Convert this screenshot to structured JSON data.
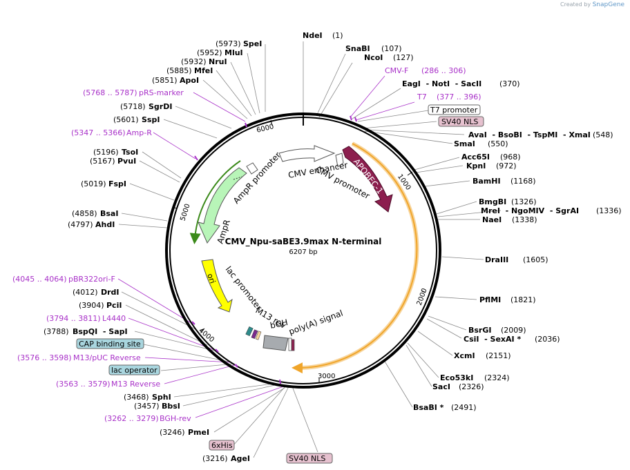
{
  "credit": {
    "prefix": "Created by",
    "brand": "SnapGene"
  },
  "plasmid": {
    "name": "CMV_Npu-saBE3.9max N-terminal",
    "size": "6207 bp",
    "total_bp": 6207
  },
  "ticks": [
    "1000",
    "2000",
    "3000",
    "4000",
    "5000",
    "6000"
  ],
  "colors": {
    "site": "#000000",
    "primer": "#a830c8",
    "line": "#888888",
    "apobec": "#8c1e4e",
    "orf": "#f0a52a",
    "ampr": "#b8f5b8",
    "ori": "#ffff00",
    "grey": "#a7abaf"
  },
  "features": {
    "apobec": "APOBEC-1",
    "cmv_enhancer": "CMV enhancer",
    "cmv_promoter": "CMV promoter",
    "ampr_promoter": "AmpR promoter",
    "ampr": "AmpR",
    "ori": "ori",
    "lac_promoter": "lac promoter",
    "m13_rev": "M13 rev",
    "bgh": "bGH",
    "polya": "poly(A) signal"
  },
  "labels": [
    {
      "pos": "(1)",
      "name": "NdeI"
    },
    {
      "pos": "(107)",
      "name": "SnaBI"
    },
    {
      "pos": "(127)",
      "name": "NcoI"
    },
    {
      "pos": "(286 .. 306)",
      "name": "CMV-F"
    },
    {
      "pos": "(370)",
      "name": "EagI  - NotI  - SacII"
    },
    {
      "pos": "(377 .. 396)",
      "name": "T7"
    },
    {
      "name": "T7 promoter"
    },
    {
      "name": "SV40 NLS"
    },
    {
      "pos": "(548)",
      "name": "AvaI  - BsoBI  - TspMI  - XmaI"
    },
    {
      "pos": "(550)",
      "name": "SmaI"
    },
    {
      "pos": "(968)",
      "name": "Acc65I"
    },
    {
      "pos": "(972)",
      "name": "KpnI"
    },
    {
      "pos": "(1168)",
      "name": "BamHI"
    },
    {
      "pos": "(1326)",
      "name": "BmgBI"
    },
    {
      "pos": "(1336)",
      "name": "MreI  - NgoMIV  - SgrAI"
    },
    {
      "pos": "(1338)",
      "name": "NaeI"
    },
    {
      "pos": "(1605)",
      "name": "DraIII"
    },
    {
      "pos": "(1821)",
      "name": "PflMI"
    },
    {
      "pos": "(2009)",
      "name": "BsrGI"
    },
    {
      "pos": "(2036)",
      "name": "CsiI  - SexAI *"
    },
    {
      "pos": "(2151)",
      "name": "XcmI"
    },
    {
      "pos": "(2324)",
      "name": "Eco53kI"
    },
    {
      "pos": "(2326)",
      "name": "SacI"
    },
    {
      "pos": "(2491)",
      "name": "BsaBI *"
    },
    {
      "name": "SV40 NLS"
    },
    {
      "pos": "(3216)",
      "name": "AgeI"
    },
    {
      "name": "6xHis"
    },
    {
      "pos": "(3246)",
      "name": "PmeI"
    },
    {
      "pos": "(3262 .. 3279)",
      "name": "BGH-rev"
    },
    {
      "pos": "(3457)",
      "name": "BbsI"
    },
    {
      "pos": "(3468)",
      "name": "SphI"
    },
    {
      "pos": "(3563 .. 3579)",
      "name": "M13 Reverse"
    },
    {
      "name": "lac operator"
    },
    {
      "pos": "(3576 .. 3598)",
      "name": "M13/pUC Reverse"
    },
    {
      "name": "CAP binding site"
    },
    {
      "pos": "(3788)",
      "name": "BspQI  - SapI"
    },
    {
      "pos": "(3794 .. 3811)",
      "name": "L4440"
    },
    {
      "pos": "(3904)",
      "name": "PciI"
    },
    {
      "pos": "(4012)",
      "name": "DrdI"
    },
    {
      "pos": "(4045 .. 4064)",
      "name": "pBR322ori-F"
    },
    {
      "pos": "(4797)",
      "name": "AhdI"
    },
    {
      "pos": "(4858)",
      "name": "BsaI"
    },
    {
      "pos": "(5019)",
      "name": "FspI"
    },
    {
      "pos": "(5167)",
      "name": "PvuI"
    },
    {
      "pos": "(5196)",
      "name": "TsoI"
    },
    {
      "pos": "(5347 .. 5366)",
      "name": "Amp-R"
    },
    {
      "pos": "(5601)",
      "name": "SspI"
    },
    {
      "pos": "(5718)",
      "name": "SgrDI"
    },
    {
      "pos": "(5768 .. 5787)",
      "name": "pRS-marker"
    },
    {
      "pos": "(5851)",
      "name": "ApoI"
    },
    {
      "pos": "(5885)",
      "name": "MfeI"
    },
    {
      "pos": "(5932)",
      "name": "NruI"
    },
    {
      "pos": "(5952)",
      "name": "MluI"
    },
    {
      "pos": "(5973)",
      "name": "SpeI"
    }
  ]
}
